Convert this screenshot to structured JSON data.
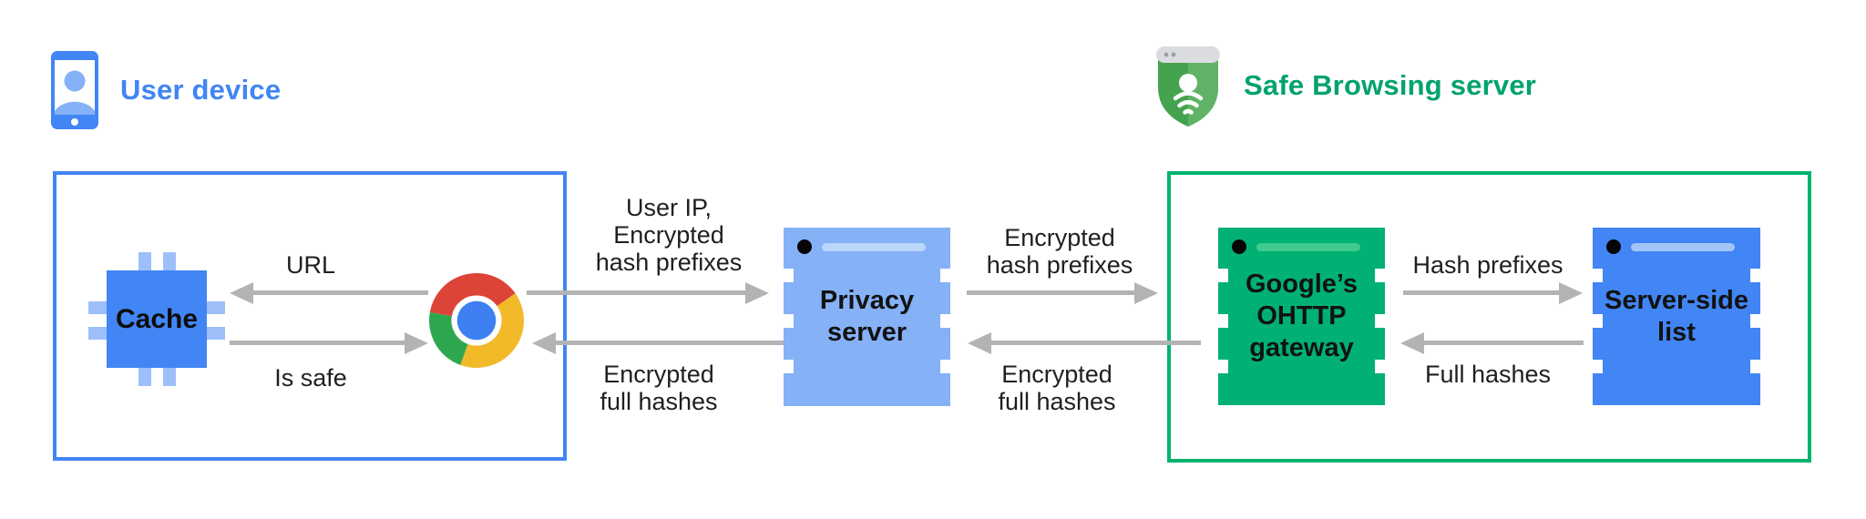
{
  "headers": {
    "user_device": {
      "label": "User device",
      "icon": "phone-user-icon",
      "color": "#4285F4"
    },
    "safe_browsing": {
      "label": "Safe Browsing server",
      "icon": "shield-browser-icon",
      "color": "#00A36A"
    }
  },
  "groups": {
    "user_device_box": {
      "border_color": "#4285F4",
      "contains": [
        "cache",
        "chrome"
      ]
    },
    "safe_browsing_box": {
      "border_color": "#00B46F",
      "contains": [
        "ohttp_gateway",
        "server_side_list"
      ]
    }
  },
  "nodes": {
    "cache": {
      "label": "Cache",
      "icon": "chip-icon",
      "color": "#4285F4"
    },
    "chrome": {
      "icon": "chrome-icon"
    },
    "privacy_server": {
      "label": "Privacy\nserver",
      "icon": "server-icon",
      "color": "#85B1F7"
    },
    "ohttp_gateway": {
      "label": "Google’s\nOHTTP\ngateway",
      "icon": "server-icon",
      "color": "#00B173"
    },
    "server_side_list": {
      "label": "Server-side\nlist",
      "icon": "server-icon",
      "color": "#4285F4"
    }
  },
  "flows": {
    "url": {
      "label": "URL",
      "from": "chrome",
      "to": "cache",
      "direction": "left"
    },
    "is_safe": {
      "label": "Is safe",
      "from": "cache",
      "to": "chrome",
      "direction": "right"
    },
    "user_ip_encrypted_hash_prefixes": {
      "label": "User IP,\nEncrypted\nhash prefixes",
      "from": "chrome",
      "to": "privacy_server",
      "direction": "right"
    },
    "encrypted_full_hashes_to_chrome": {
      "label": "Encrypted\nfull hashes",
      "from": "privacy_server",
      "to": "chrome",
      "direction": "left"
    },
    "encrypted_hash_prefixes": {
      "label": "Encrypted\nhash prefixes",
      "from": "privacy_server",
      "to": "ohttp_gateway",
      "direction": "right"
    },
    "encrypted_full_hashes_to_privacy": {
      "label": "Encrypted\nfull hashes",
      "from": "ohttp_gateway",
      "to": "privacy_server",
      "direction": "left"
    },
    "hash_prefixes": {
      "label": "Hash prefixes",
      "from": "ohttp_gateway",
      "to": "server_side_list",
      "direction": "right"
    },
    "full_hashes": {
      "label": "Full hashes",
      "from": "server_side_list",
      "to": "ohttp_gateway",
      "direction": "left"
    }
  },
  "colors": {
    "blue": "#4285F4",
    "blue_light": "#85B1F7",
    "blue_bar": "#BBD6FB",
    "blue_node_bar": "#A3C4F8",
    "green": "#00B173",
    "green_bar": "#40CA8E",
    "green_border": "#00B46F",
    "green_text": "#00A36A",
    "arrow": "#B3B3B3",
    "text_dark": "#1F1F1F",
    "chrome_red": "#DB4437",
    "chrome_yellow": "#F2B929",
    "chrome_green": "#2DA84F",
    "chrome_blue": "#3E80F2"
  }
}
